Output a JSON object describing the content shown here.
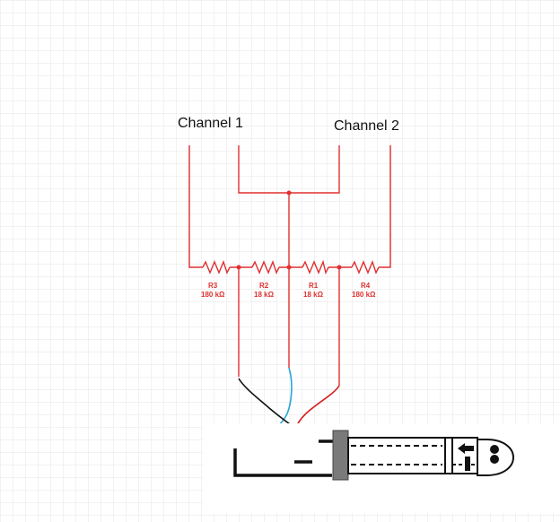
{
  "labels": {
    "channel1": "Channel 1",
    "channel2": "Channel 2"
  },
  "resistors": [
    {
      "name": "R3",
      "value": "180 kΩ"
    },
    {
      "name": "R2",
      "value": "18 kΩ"
    },
    {
      "name": "R1",
      "value": "18 kΩ"
    },
    {
      "name": "R4",
      "value": "180 kΩ"
    }
  ],
  "colors": {
    "circuit": "#e03030",
    "grid": "#e4e4e4",
    "wire_blue": "#2aa6d6",
    "wire_black": "#111111",
    "wire_red": "#d42020"
  }
}
